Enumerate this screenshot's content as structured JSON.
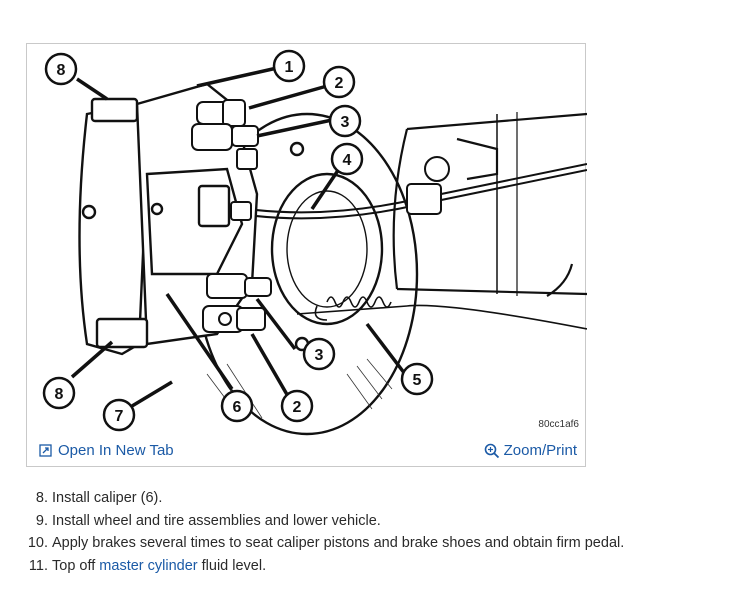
{
  "figure": {
    "code": "80cc1af6",
    "open_label": "Open In New Tab",
    "zoom_label": "Zoom/Print",
    "callouts": [
      "1",
      "2",
      "3",
      "4",
      "3",
      "5",
      "2",
      "6",
      "7",
      "8",
      "8"
    ]
  },
  "steps": [
    {
      "num": "8.",
      "before": "Install caliper (6).",
      "link": "",
      "after": ""
    },
    {
      "num": "9.",
      "before": "Install wheel and tire assemblies and lower vehicle.",
      "link": "",
      "after": ""
    },
    {
      "num": "10.",
      "before": "Apply brakes several times to seat caliper pistons and brake shoes and obtain firm pedal.",
      "link": "",
      "after": ""
    },
    {
      "num": "11.",
      "before": "Top off ",
      "link": "master cylinder",
      "after": " fluid level."
    }
  ]
}
